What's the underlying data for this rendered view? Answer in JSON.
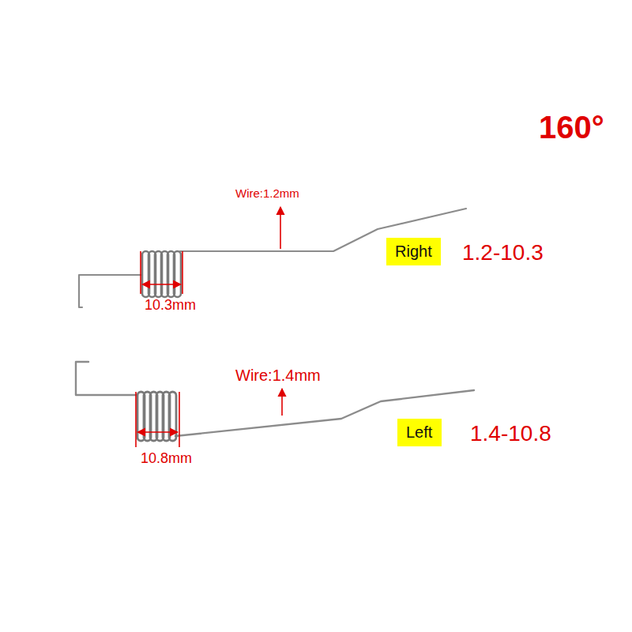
{
  "diagram": {
    "nodes": [
      {
        "text": [
          "Right"
        ]
      },
      {
        "text": [
          "Left"
        ]
      }
    ],
    "labels": [
      "160°",
      "Wire:1.2mm",
      "1.2-10.3",
      "10.3mm",
      "Wire:1.4mm",
      "1.4-10.8",
      "10.8mm"
    ]
  }
}
